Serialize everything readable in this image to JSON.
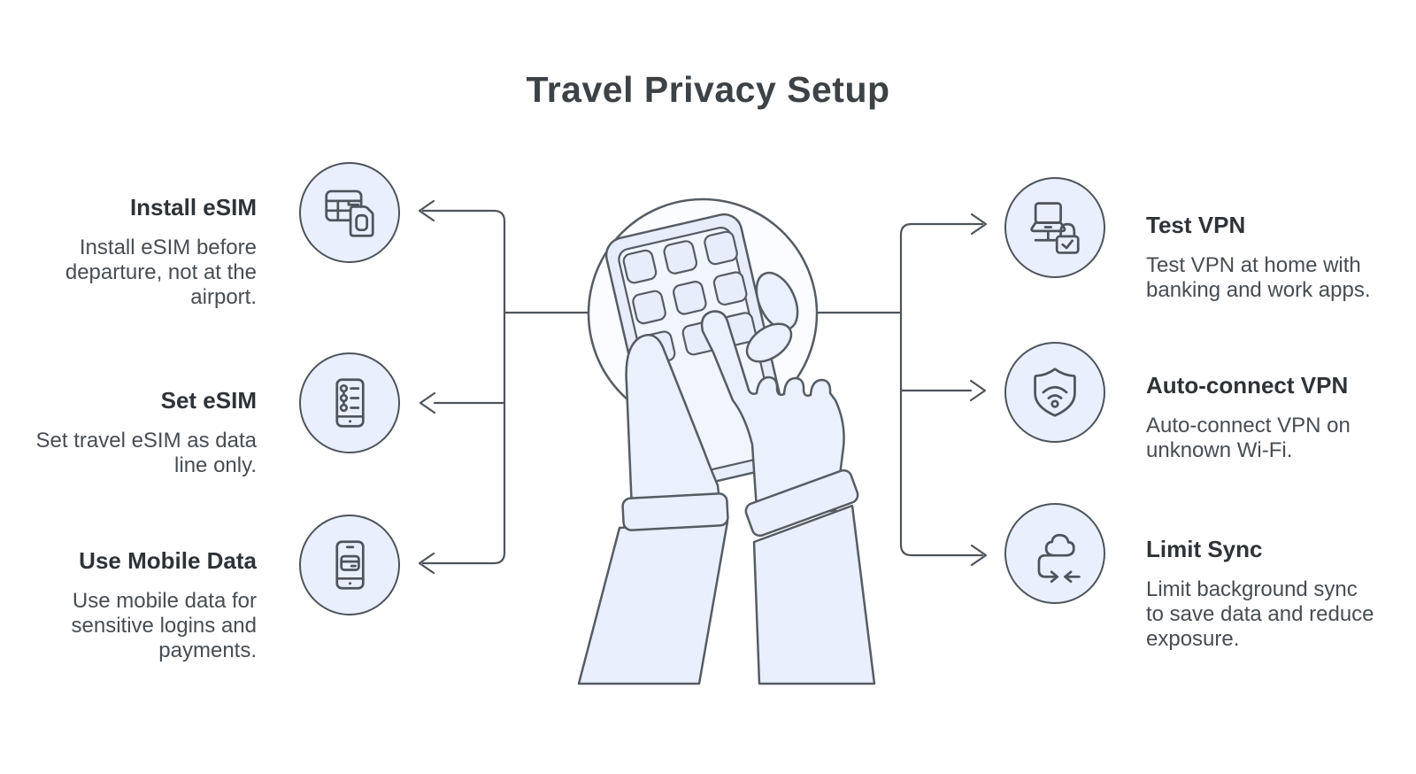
{
  "title": "Travel Privacy Setup",
  "colors": {
    "background": "#ffffff",
    "icon_circle_fill": "#e9effc",
    "illustration_fill": "#eaf0fc",
    "outline_stroke": "#4e545c",
    "heading_text": "#2e3338",
    "body_text": "#474d53",
    "title_text": "#3d4247"
  },
  "left_items": [
    {
      "heading": "Install eSIM",
      "body": "Install eSIM before\ndeparture, not at the\nairport.",
      "icon": "esim-install-icon"
    },
    {
      "heading": "Set eSIM",
      "body": "Set travel eSIM as data\nline only.",
      "icon": "esim-settings-icon"
    },
    {
      "heading": "Use Mobile Data",
      "body": "Use mobile data for\nsensitive logins and\npayments.",
      "icon": "mobile-data-icon"
    }
  ],
  "right_items": [
    {
      "heading": "Test VPN",
      "body": "Test VPN at home with\nbanking and work apps.",
      "icon": "vpn-test-icon"
    },
    {
      "heading": "Auto-connect VPN",
      "body": "Auto-connect VPN on\nunknown Wi-Fi.",
      "icon": "vpn-shield-icon"
    },
    {
      "heading": "Limit Sync",
      "body": "Limit background sync\nto save data and reduce\nexposure.",
      "icon": "cloud-sync-icon"
    }
  ],
  "illustration": "hands-holding-phone"
}
